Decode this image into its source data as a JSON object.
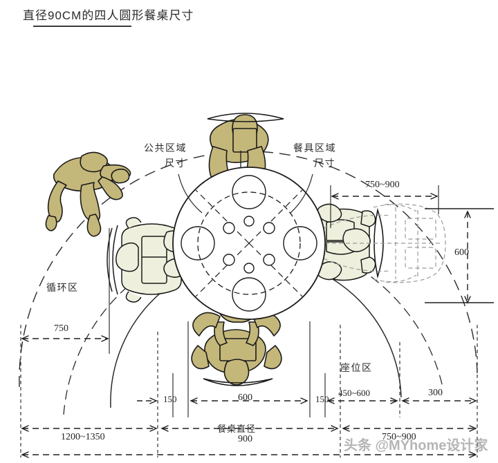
{
  "header": {
    "title": "直径90CM的四人圆形餐桌尺寸"
  },
  "labels": {
    "public_area": "公共区域",
    "public_area_sub": "尺寸",
    "tableware_area": "餐具区域",
    "tableware_area_sub": "尺寸",
    "circulation_zone": "循环区",
    "seating_zone": "座位区"
  },
  "dimensions": {
    "left_circulation": "750",
    "right_top_clearance": "750~900",
    "right_vertical": "600",
    "chain_tableware_left": "150",
    "chain_public": "600",
    "chain_tableware_right": "150",
    "chain_seat": "450~600",
    "chain_access": "300",
    "total_left": "1200~1350",
    "table_diameter_label": "餐桌直径",
    "table_diameter_value": "900",
    "total_right": "750~900"
  },
  "watermark": {
    "text": "头条 @MYhome设计家"
  },
  "colors": {
    "figure_fill": "#c4b77a",
    "seated_fill": "#eef0dd",
    "stroke": "#1a1a1a",
    "dim_line": "#1f1f1f",
    "ghost": "#9a9a9a",
    "background": "#ffffff"
  },
  "chart_data": {
    "type": "diagram",
    "title": "直径90CM的四人圆形餐桌尺寸",
    "subject": "round dining table for four, plan view with clearances",
    "units": "mm",
    "table": {
      "shape": "circle",
      "diameter": 900
    },
    "zones": [
      {
        "name": "公共区域",
        "value": 600,
        "note": "central shared surface"
      },
      {
        "name": "餐具区域",
        "value": 150,
        "note": "place-setting band, each side"
      },
      {
        "name": "座位区",
        "value": "450~600",
        "note": "chair / seated person depth"
      },
      {
        "name": "循环区",
        "value": 750,
        "note": "circulation path"
      }
    ],
    "linear_chain_bottom": [
      "750",
      "150",
      "600",
      "150",
      "450~600",
      "300"
    ],
    "summary_chain_bottom": [
      "1200~1350",
      "900",
      "750~900"
    ],
    "right_clearances": {
      "horizontal": "750~900",
      "vertical": "600"
    }
  }
}
